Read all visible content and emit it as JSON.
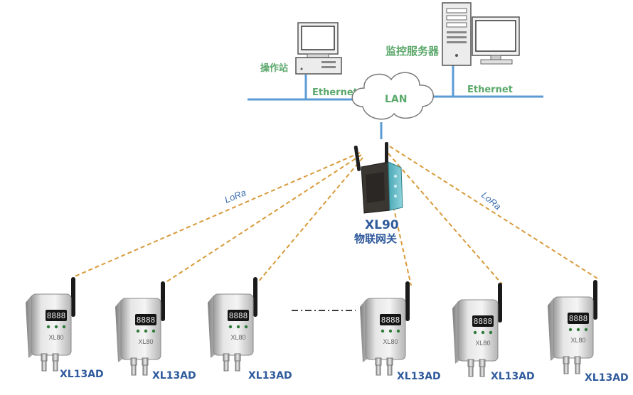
{
  "labels": {
    "workstation": "操作站",
    "server": "监控服务器",
    "ethernet_left": "Ethernet",
    "ethernet_right": "Ethernet",
    "lan": "LAN",
    "lora_left": "LoRa",
    "lora_right": "LoRa",
    "gateway_model": "XL90",
    "gateway_name": "物联网关"
  },
  "devices": [
    {
      "model": "XL13AD",
      "screen": "8888",
      "brand": "XL80"
    },
    {
      "model": "XL13AD",
      "screen": "8888",
      "brand": "XL80"
    },
    {
      "model": "XL13AD",
      "screen": "8888",
      "brand": "XL80"
    },
    {
      "model": "XL13AD",
      "screen": "8888",
      "brand": "XL80"
    },
    {
      "model": "XL13AD",
      "screen": "8888",
      "brand": "XL80"
    },
    {
      "model": "XL13AD",
      "screen": "8888",
      "brand": "XL80"
    }
  ],
  "colors": {
    "network_line": "#5b9bd5",
    "lora_link": "#d89a3a",
    "label_green": "#5aa86a",
    "label_blue": "#2f5a9c",
    "gateway_body": "#3a3632",
    "gateway_side": "#5fb8c4"
  },
  "icons": {
    "workstation": "desktop-computer-icon",
    "server": "server-tower-icon",
    "cloud": "lan-cloud-icon",
    "gateway": "gateway-router-icon",
    "sensor": "pressure-transmitter-icon"
  }
}
